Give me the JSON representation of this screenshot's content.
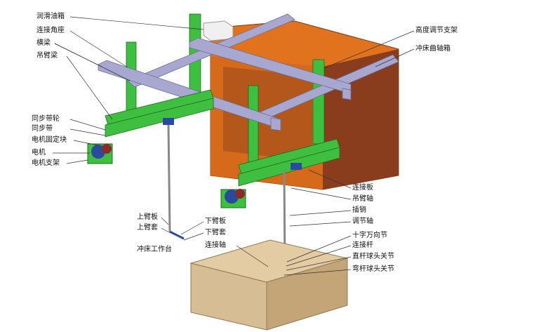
{
  "labels": {
    "lube_tank": "润滑油箱",
    "corner_seat": "连接角座",
    "cross_beam": "横梁",
    "hanging_beam": "吊臂梁",
    "sync_pulley": "同步带轮",
    "sync_belt": "同步带",
    "motor_block": "电机固定块",
    "motor": "电机",
    "motor_bracket": "电机支架",
    "height_bracket": "高度调节支架",
    "crank_box": "冲床曲轴箱",
    "link_plate": "连接板",
    "arm_shaft": "吊臂轴",
    "pin": "插销",
    "adjust_shaft": "调节轴",
    "cross_joint": "十字万向节",
    "link_rod": "连接杆",
    "straight_ball": "直杆球头关节",
    "bent_ball": "弯杆球头关节",
    "upper_plate": "上臂板",
    "upper_sleeve": "上臂套",
    "lower_plate": "下臂板",
    "lower_sleeve": "下臂套",
    "press_table": "冲床工作台",
    "connect_shaft": "连接轴"
  },
  "colors": {
    "green": "#3fbf3f",
    "steel": "#a7a7cf",
    "orange": "#e2731e",
    "brown": "#8a3d1c",
    "wood": "#d7bd93"
  }
}
